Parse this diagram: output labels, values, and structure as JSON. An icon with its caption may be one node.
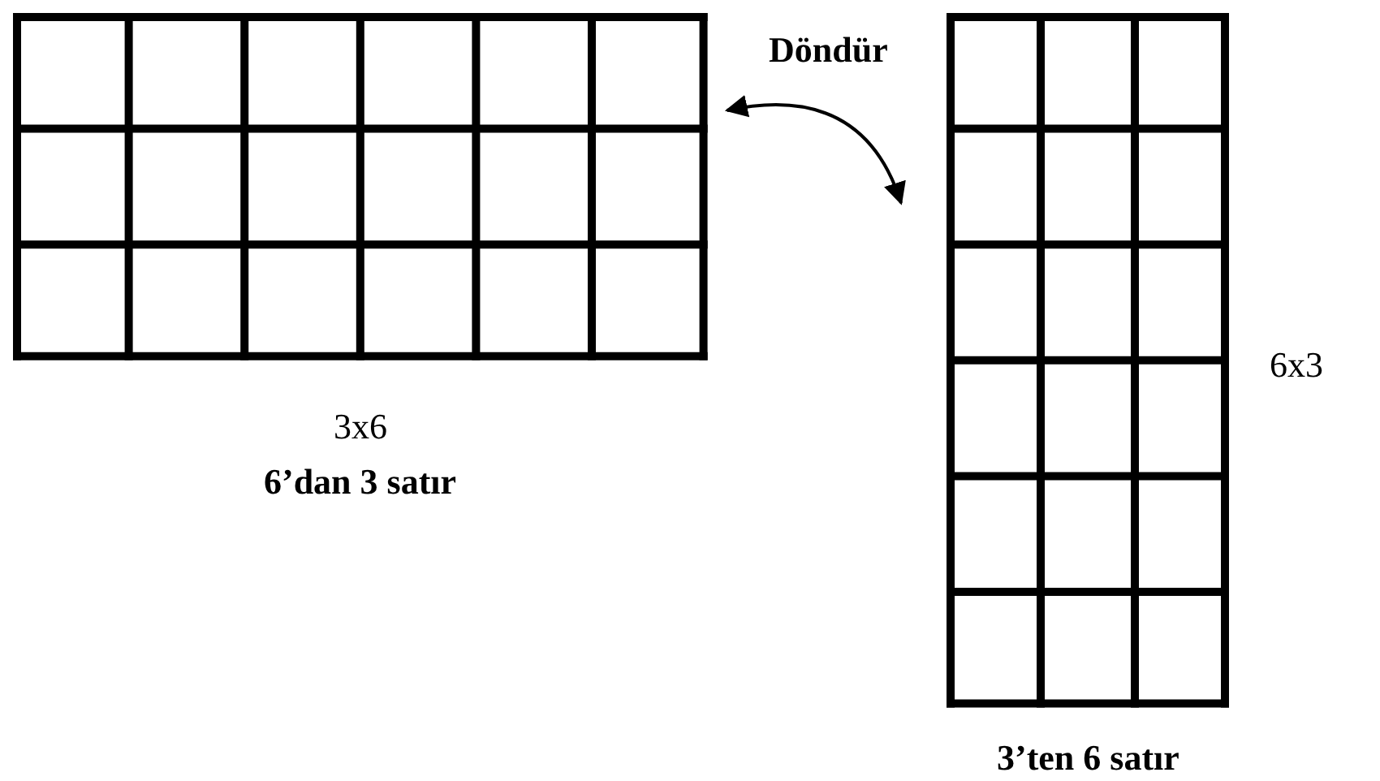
{
  "diagram": {
    "nodes": [
      {
        "text": [],
        "shape": "grid",
        "beside": [
          "3x6",
          "6’dan 3 satır"
        ]
      },
      {
        "text": [],
        "shape": "grid",
        "beside": [
          "6x3",
          "3’ten 6 satır"
        ]
      }
    ],
    "edges": [
      {
        "from": 0,
        "to": 1,
        "arrow": "both",
        "label": "Döndür"
      }
    ]
  }
}
